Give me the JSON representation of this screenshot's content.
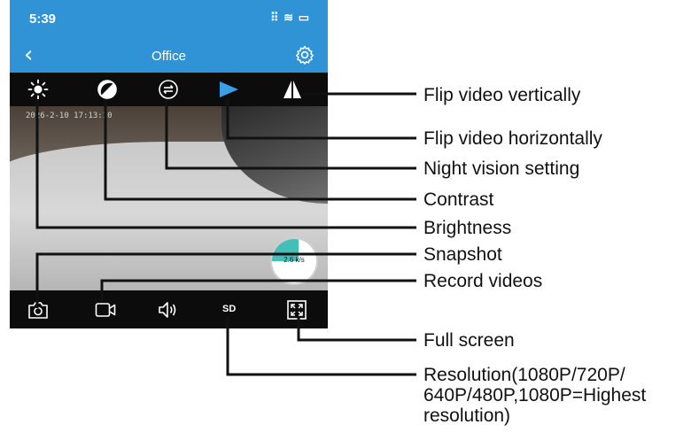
{
  "status": {
    "time": "5:39",
    "system_icons": "⠿ ≋ ▭"
  },
  "navbar": {
    "back_glyph": "‹",
    "title": "Office"
  },
  "video": {
    "timestamp": "2026-2-10 17:13:10",
    "speed": "2.6 k/s"
  },
  "bottombar": {
    "resolution": "SD"
  },
  "callouts": {
    "flip_vertical": "Flip video vertically",
    "flip_horizontal": "Flip video horizontally",
    "night_vision": "Night vision setting",
    "contrast": "Contrast",
    "brightness": "Brightness",
    "snapshot": "Snapshot",
    "record": "Record videos",
    "fullscreen": "Full screen",
    "resolution": "Resolution(1080P/720P/ 640P/480P,1080P=Highest resolution)"
  },
  "colors": {
    "accent": "#2f93d6",
    "toolbar": "#0c0c0c",
    "speed_arc": "#2fb8b0",
    "flip_horizontal_icon": "#3aa0e6"
  },
  "icons": [
    "gear-icon",
    "brightness-icon",
    "contrast-icon",
    "night-vision-icon",
    "flip-horizontal-icon",
    "flip-vertical-icon",
    "camera-icon",
    "video-icon",
    "speaker-icon",
    "fullscreen-icon"
  ]
}
